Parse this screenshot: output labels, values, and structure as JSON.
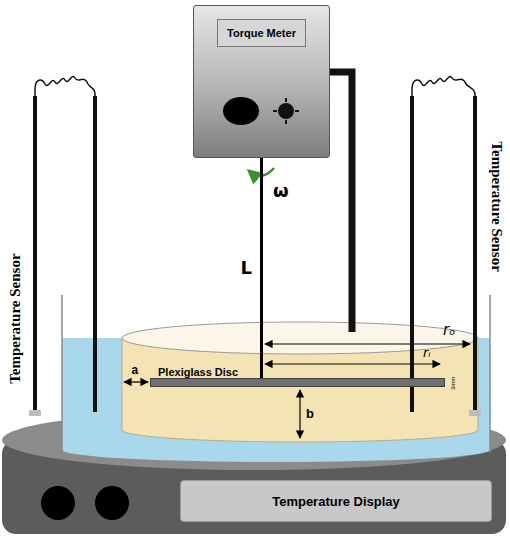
{
  "diagram": {
    "nodes": [
      {
        "text": [
          "Torque Meter"
        ]
      },
      {
        "text": [
          "Plexiglass Disc"
        ]
      },
      {
        "text": [
          "Temperature Display"
        ]
      }
    ],
    "edges": [
      {
        "from": 0,
        "to": 1,
        "arrow": "none"
      }
    ],
    "labels": [
      "ω",
      "L",
      "rₒ",
      "rᵢ",
      "a",
      "b",
      "3mm",
      "Temperature Sensor",
      "Temperature Sensor"
    ]
  }
}
